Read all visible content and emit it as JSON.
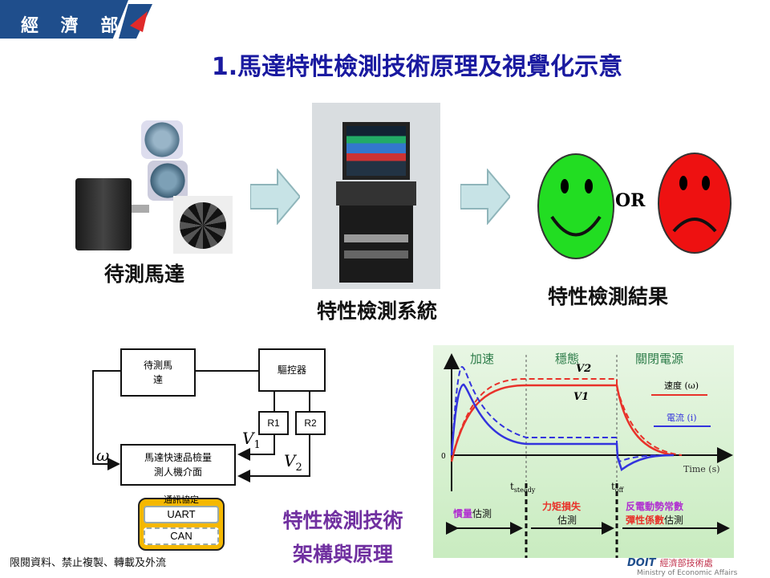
{
  "header": {
    "brand": "經 濟 部",
    "title": "1.馬達特性檢測技術原理及視覺化示意"
  },
  "flow": {
    "motor_caption": "待測馬達",
    "system_caption": "特性檢測系統",
    "result_caption": "特性檢測結果",
    "or_label": "OR"
  },
  "diagram": {
    "motor_box": "待測馬\n達",
    "driver_box": "驅控器",
    "r1": "R1",
    "r2": "R2",
    "v1": "V",
    "v1_sub": "1",
    "v2": "V",
    "v2_sub": "2",
    "omega": "ω",
    "hmi_box": "馬達快速品檢量\n測人機介面",
    "protocol_title": "通訊協定",
    "protocols": [
      "UART",
      "CAN"
    ]
  },
  "tech_caption": {
    "line1": "特性檢測技術",
    "line2": "架構與原理"
  },
  "chart_data": {
    "type": "line",
    "xlabel": "Time (s)",
    "zero_label": "0",
    "phases": [
      "加速",
      "穩態",
      "關閉電源"
    ],
    "markers": [
      "t",
      "steady",
      "t",
      "off"
    ],
    "curve_labels": {
      "v2": "V2",
      "v1": "V1"
    },
    "legend": [
      {
        "name": "速度 (ω)",
        "color": "#e8322a"
      },
      {
        "name": "電流 (i)",
        "color": "#3333dd"
      }
    ],
    "estimates": [
      {
        "parts": [
          {
            "t": "慣量",
            "c": "#b030d0"
          },
          {
            "t": "估測",
            "c": "#111"
          }
        ]
      },
      {
        "parts": [
          {
            "t": "力矩損失",
            "c": "#e8322a"
          }
        ],
        "line2": [
          {
            "t": "估測",
            "c": "#111"
          }
        ]
      },
      {
        "parts": [
          {
            "t": "反電動勢常數",
            "c": "#b030d0"
          }
        ],
        "line2": [
          {
            "t": "彈性係數",
            "c": "#e8322a"
          },
          {
            "t": "估測",
            "c": "#111"
          }
        ]
      }
    ]
  },
  "footer": {
    "notice": "限閱資料、禁止複製、轉載及外流",
    "doit": "DOIT",
    "doit_cn": "經濟部技術處",
    "ministry": "Ministry of Economic Affairs"
  }
}
